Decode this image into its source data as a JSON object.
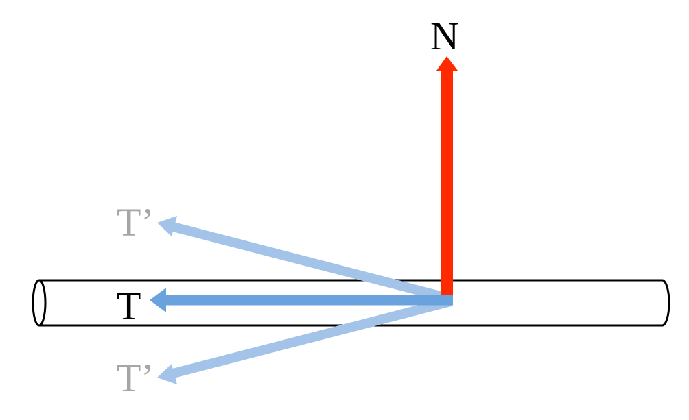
{
  "labels": {
    "normal": "N",
    "tangent": "T",
    "tangent_upper": "T’",
    "tangent_lower": "T’"
  },
  "colors": {
    "normal_arrow": "#ff2a00",
    "tangent_arrow": "#6aa2dd",
    "tangent_prime_arrow": "#a3c3e8",
    "label_dark": "#000000",
    "label_light": "#a6a6a6",
    "cylinder_stroke": "#000000",
    "background": "#ffffff"
  }
}
